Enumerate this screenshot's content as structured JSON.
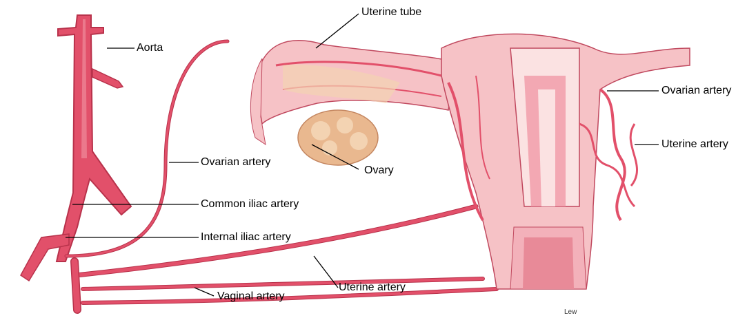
{
  "labels": {
    "aorta": "Aorta",
    "uterine_tube": "Uterine tube",
    "ovarian_artery_right": "Ovarian artery",
    "uterine_artery_right": "Uterine artery",
    "ovarian_artery_left": "Ovarian artery",
    "ovary": "Ovary",
    "common_iliac_artery": "Common iliac artery",
    "internal_iliac_artery": "Internal iliac artery",
    "uterine_artery_bottom": "Uterine artery",
    "vaginal_artery": "Vaginal artery"
  },
  "signature": "Lew",
  "colors": {
    "artery": "#e2506a",
    "artery_dark": "#b8324b",
    "tissue": "#f6c2c6",
    "tissue_light": "#fbe2e2",
    "ovary": "#e9b88f",
    "ovary_light": "#f3d3b2",
    "leader": "#000000"
  }
}
